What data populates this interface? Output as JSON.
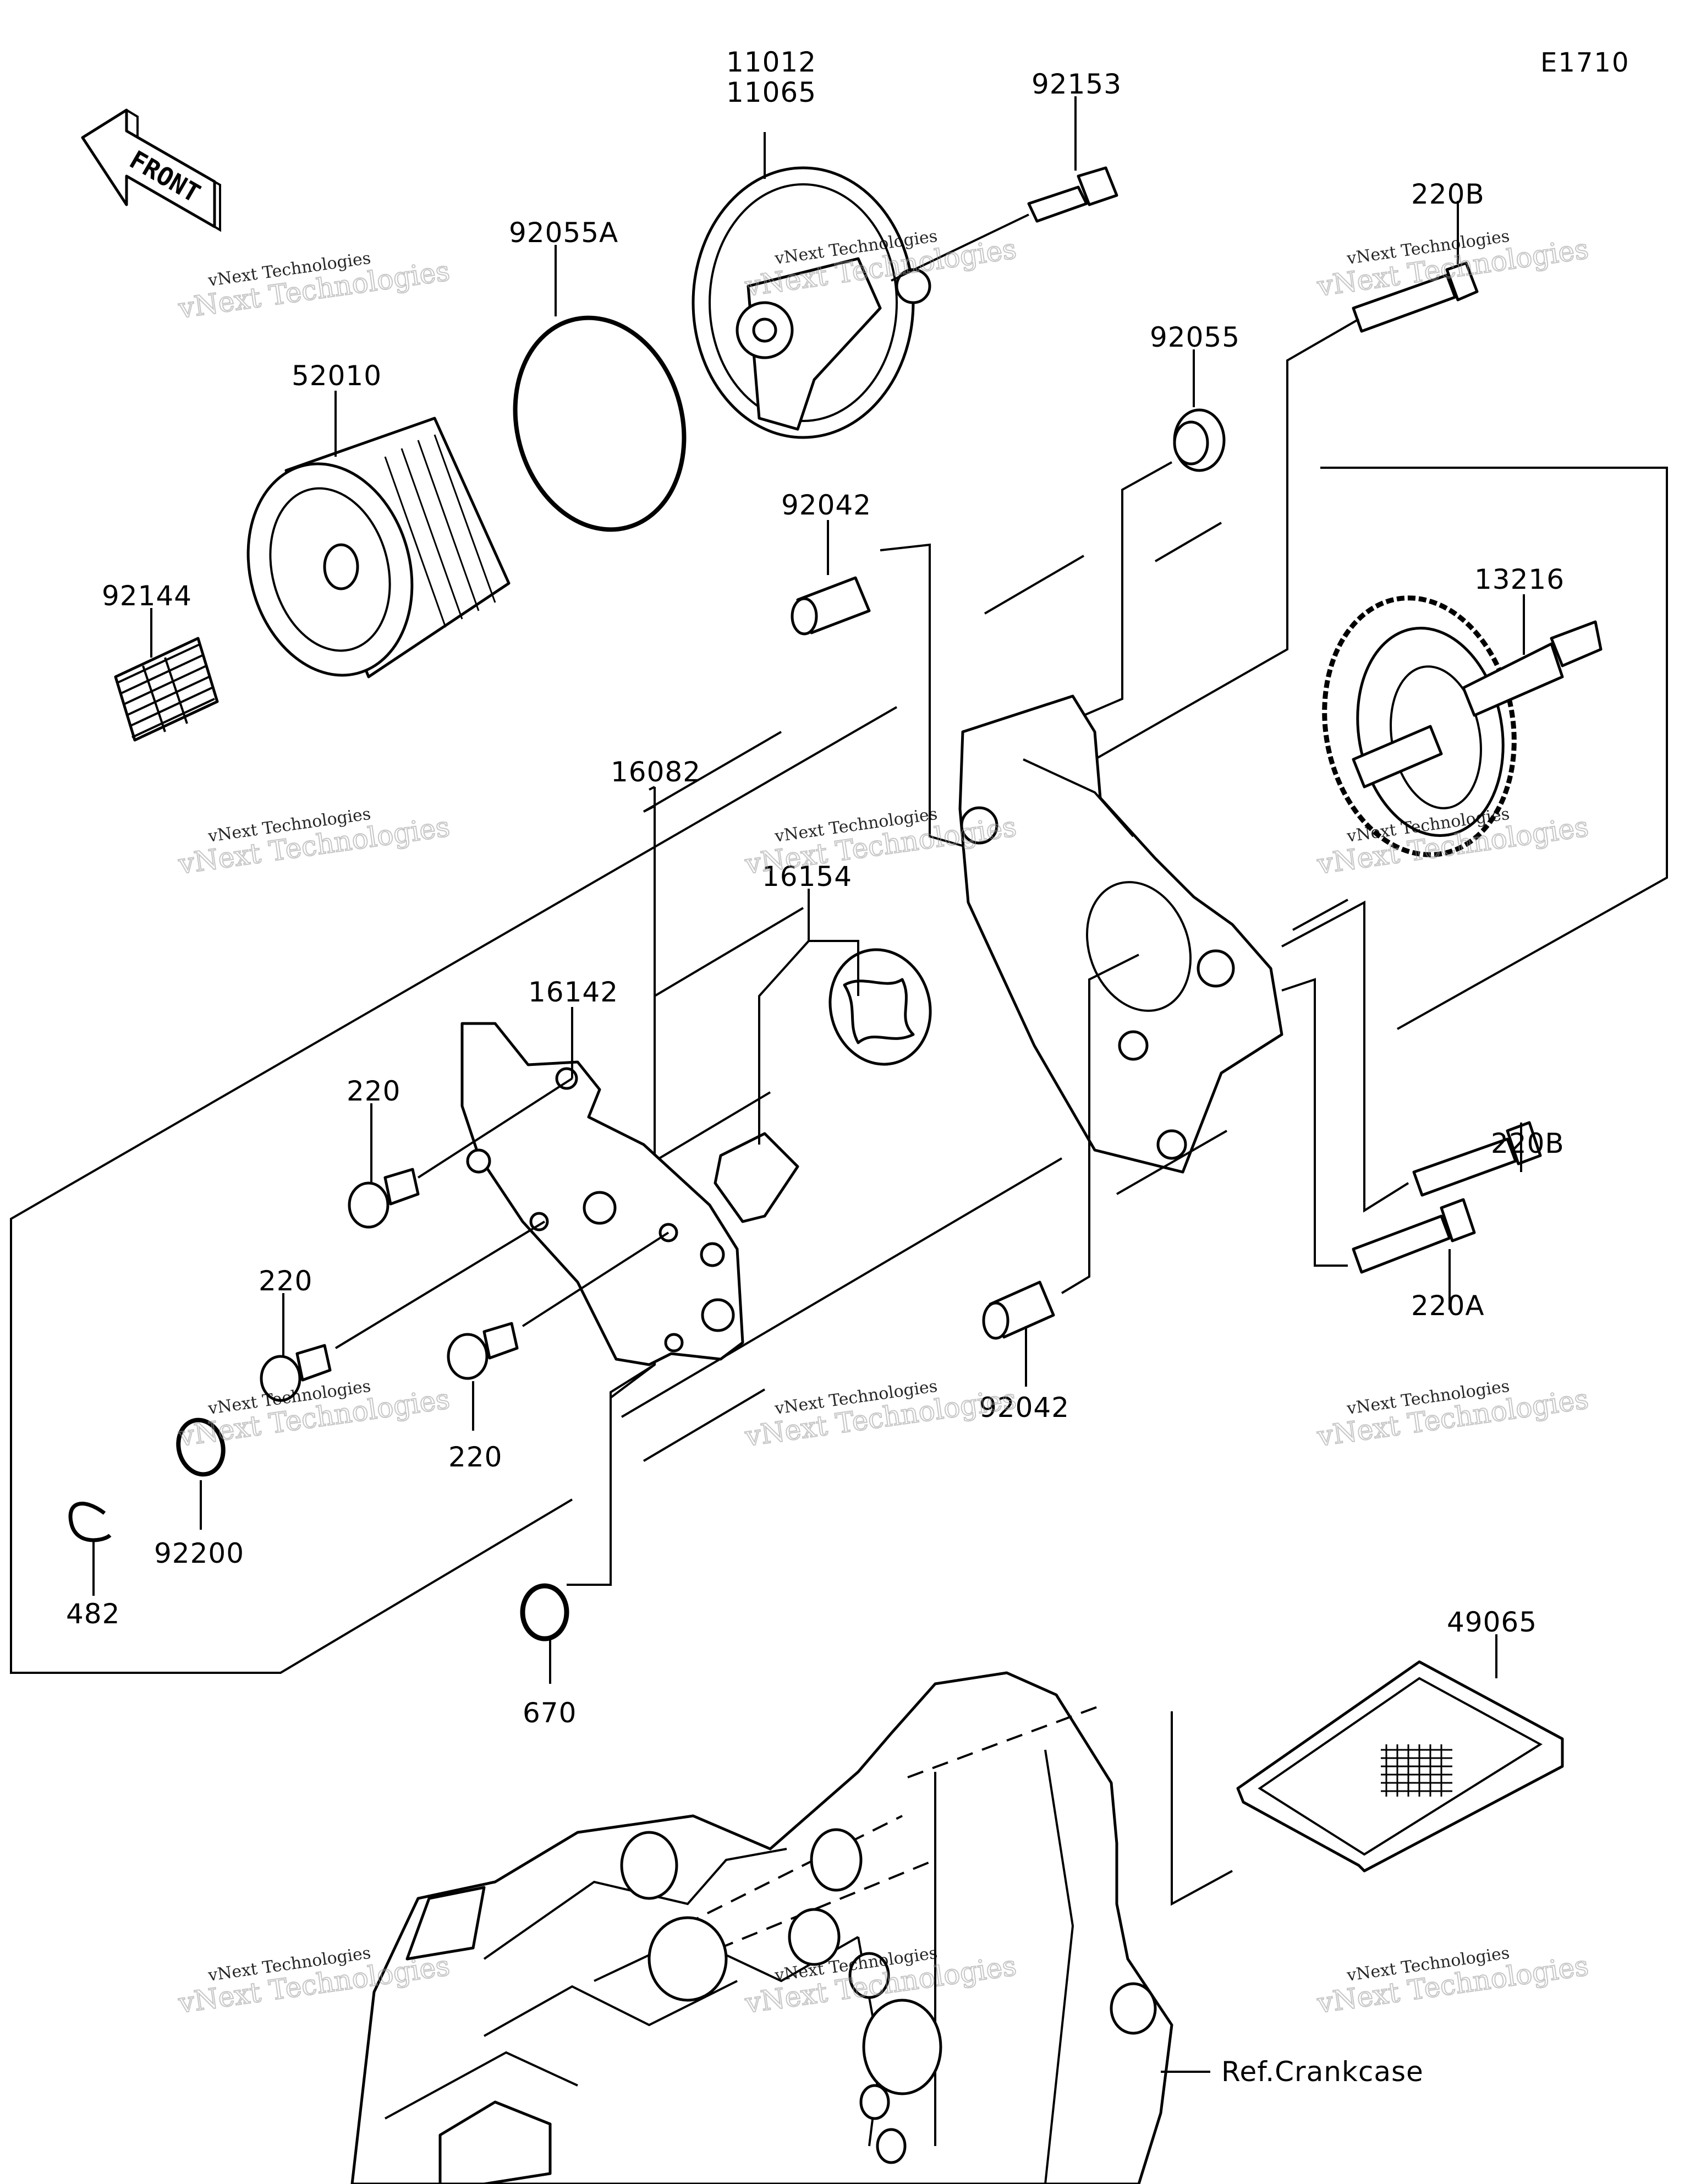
{
  "diagram_code": "E1710",
  "front_label": "FRONT",
  "watermark": {
    "line1": "vNext Technologies",
    "line2": "vNext Technologies"
  },
  "parts": {
    "p11012": "11012",
    "p11065": "11065",
    "p92153": "92153",
    "p220B_top": "220B",
    "p92055A": "92055A",
    "p92055": "92055",
    "p52010": "52010",
    "p92042_top": "92042",
    "p13216": "13216",
    "p92144": "92144",
    "p16082": "16082",
    "p16154": "16154",
    "p16142": "16142",
    "p220_a": "220",
    "p220_b": "220",
    "p220_c": "220",
    "p220B_bottom": "220B",
    "p220A": "220A",
    "p92042_bottom": "92042",
    "p92200": "92200",
    "p482": "482",
    "p670": "670",
    "p49065": "49065",
    "ref_crankcase": "Ref.Crankcase"
  }
}
